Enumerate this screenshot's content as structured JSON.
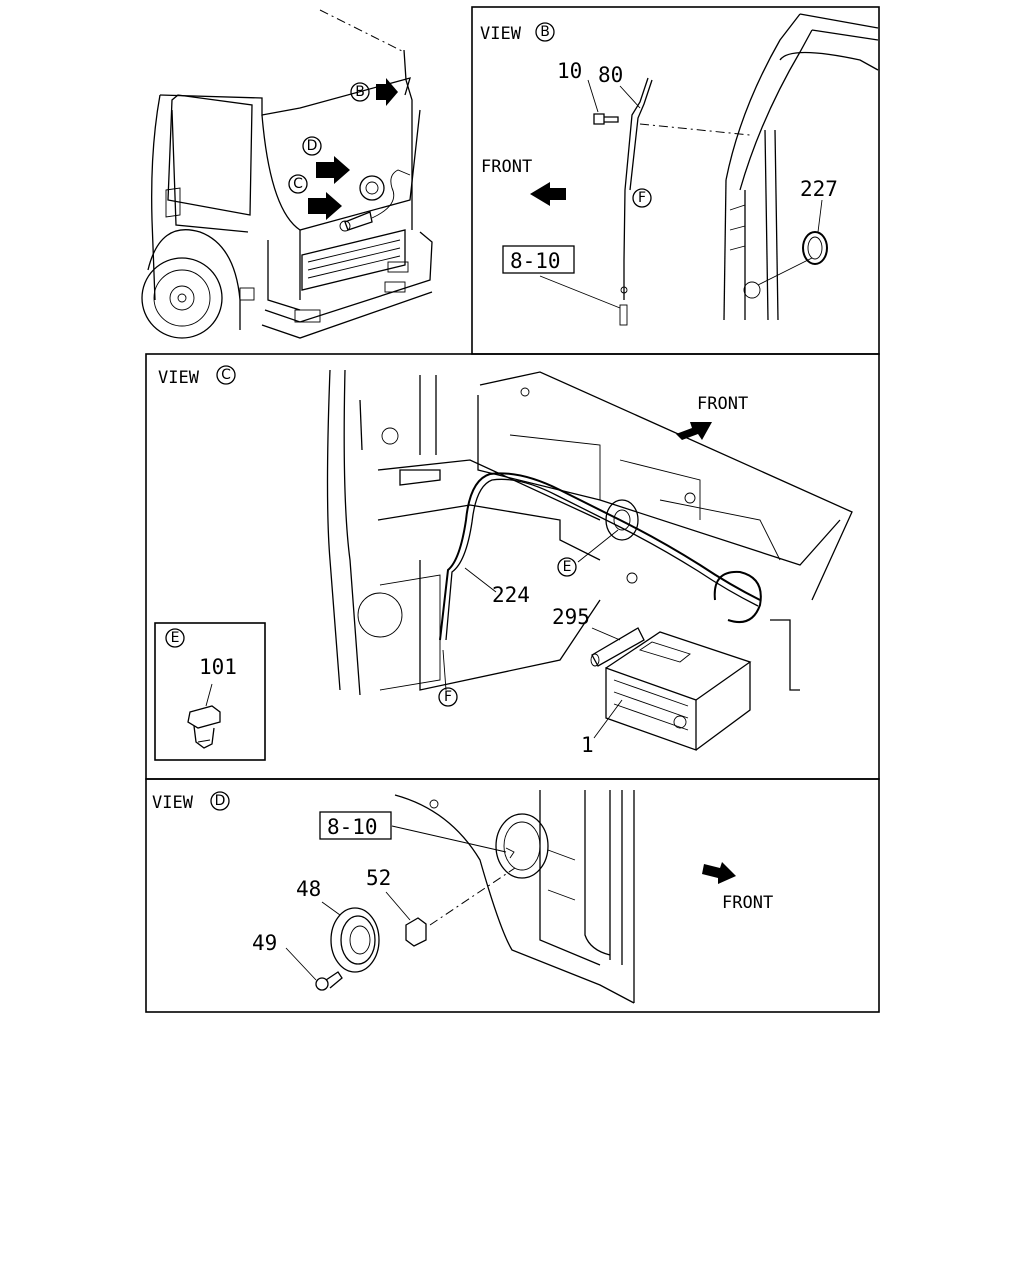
{
  "views": {
    "b": {
      "title": "VIEW",
      "letter": "B",
      "front": "FRONT"
    },
    "c": {
      "title": "VIEW",
      "letter": "C",
      "front": "FRONT"
    },
    "d": {
      "title": "VIEW",
      "letter": "D",
      "front": "FRONT"
    },
    "e": {
      "letter": "E"
    }
  },
  "overview": {
    "callouts": [
      "B",
      "D",
      "C"
    ]
  },
  "parts": {
    "p10": "10",
    "p80": "80",
    "p227": "227",
    "ref_b": "8-10",
    "ref_d": "8-10",
    "p224": "224",
    "p295": "295",
    "p1": "1",
    "p101": "101",
    "p48": "48",
    "p49": "49",
    "p52": "52"
  },
  "connectors": {
    "e": "E",
    "f": "F"
  }
}
